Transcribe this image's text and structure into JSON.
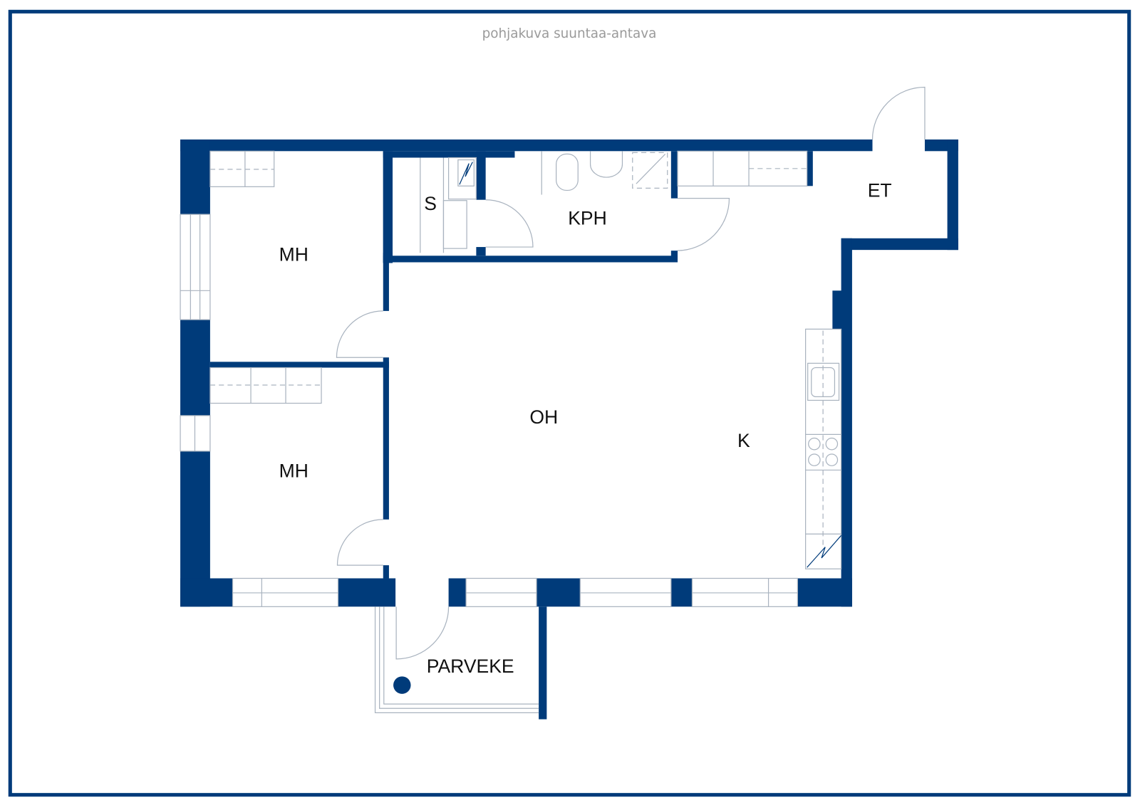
{
  "title": "pohjakuva suuntaa-antava",
  "colors": {
    "wall": "#003b7a",
    "fixture": "#a9b3bf",
    "text": "#111111"
  },
  "rooms": {
    "mh1": "MH",
    "mh2": "MH",
    "s": "S",
    "kph": "KPH",
    "et": "ET",
    "oh": "OH",
    "k": "K",
    "parveke": "PARVEKE"
  }
}
